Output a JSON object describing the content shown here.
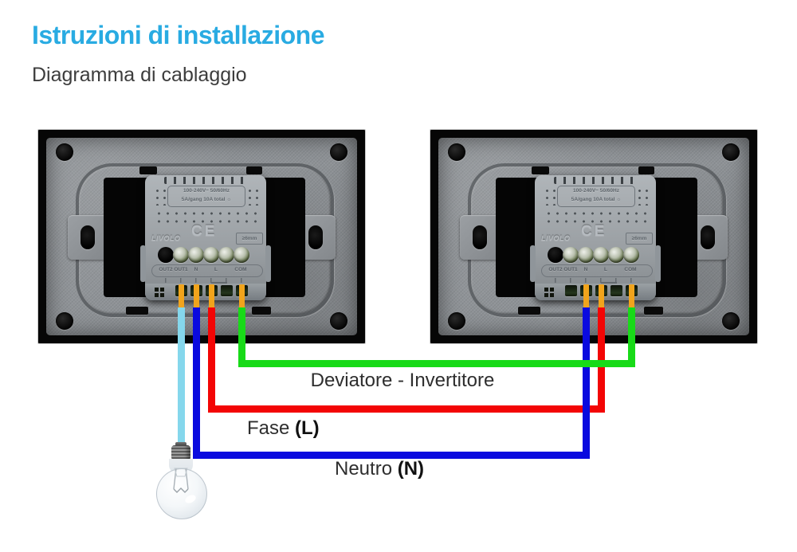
{
  "header": {
    "title": "Istruzioni di installazione",
    "subtitle": "Diagramma di cablaggio"
  },
  "wiring": {
    "traveller_label": "Deviatore - Invertitore",
    "phase_label": "Fase",
    "phase_tag": "(L)",
    "neutral_label": "Neutro",
    "neutral_tag": "(N)"
  },
  "module": {
    "rating_line1": "100-240V~  50/60Hz",
    "rating_line2": "5A/gang 10A total",
    "rating_icon": "☼",
    "brand": "LIVOLO",
    "cert_mark": "CE",
    "strip_length": "≥6mm",
    "terminals": [
      "OUT2",
      "OUT1",
      "N",
      "L",
      "COM"
    ]
  },
  "colors": {
    "title_accent": "#29ABE2",
    "wire_cyan": "#85D7EC",
    "wire_blue": "#0A0ADF",
    "wire_red": "#F30505",
    "wire_green": "#18DA18",
    "wire_stub_orange": "#F1A41C"
  }
}
